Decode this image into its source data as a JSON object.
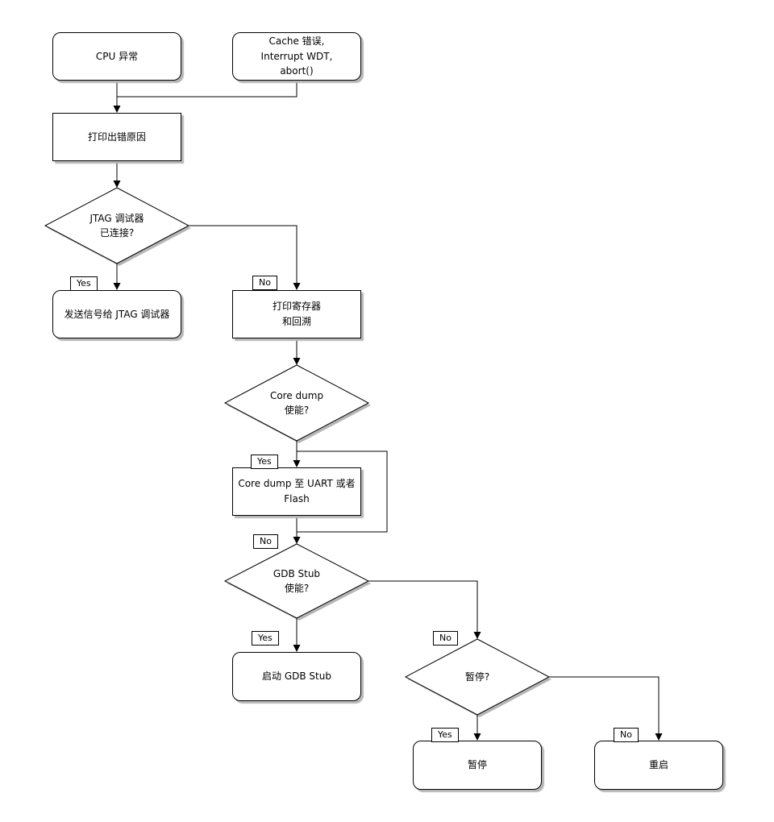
{
  "diagram": {
    "title": "panic-handler-flowchart",
    "colors": {
      "background": "#ffffff",
      "line": "#000000",
      "node_fill": "#ffffff",
      "node_border": "#000000",
      "shadow": "#b6b6b6",
      "text": "#000000"
    },
    "nodes": {
      "cpu_exception": {
        "label": "CPU 异常"
      },
      "cache_error": {
        "label": "Cache 错误,\nInterrupt WDT,\nabort()"
      },
      "print_reason": {
        "label": "打印出错原因"
      },
      "jtag_connected": {
        "label": "JTAG 调试器\n已连接?"
      },
      "send_signal_jtag": {
        "label": "发送信号给 JTAG 调试器"
      },
      "print_registers": {
        "label": "打印寄存器\n和回溯"
      },
      "coredump_enabled": {
        "label": "Core dump\n使能?"
      },
      "coredump_uart_flash": {
        "label": "Core dump 至 UART 或者 Flash"
      },
      "gdbstub_enabled": {
        "label": "GDB Stub\n使能?"
      },
      "start_gdbstub": {
        "label": "启动 GDB Stub"
      },
      "halt_question": {
        "label": "暂停?"
      },
      "halt": {
        "label": "暂停"
      },
      "reboot": {
        "label": "重启"
      }
    },
    "edge_labels": {
      "jtag_yes": "Yes",
      "jtag_no": "No",
      "coredump_yes": "Yes",
      "coredump_no": "No",
      "gdbstub_yes": "Yes",
      "gdbstub_no": "No",
      "halt_yes": "Yes",
      "halt_no": "No"
    }
  }
}
